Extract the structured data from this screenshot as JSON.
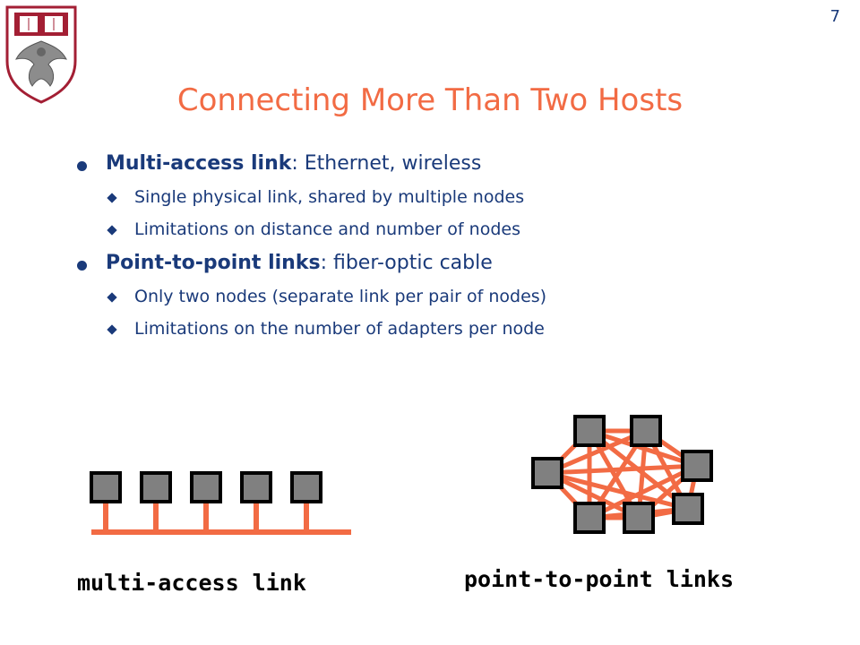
{
  "slide": {
    "page_number": "7",
    "title": "Connecting More Than Two Hosts"
  },
  "bullets": [
    {
      "term": "Multi-access link",
      "separator": ": ",
      "detail": "Ethernet, wireless",
      "sub": [
        "Single physical link, shared by multiple nodes",
        "Limitations on distance and number of nodes"
      ]
    },
    {
      "term": "Point-to-point links",
      "separator": ": ",
      "detail": "fiber-optic cable",
      "sub": [
        "Only two nodes (separate link per pair of nodes)",
        "Limitations on the number of adapters per node"
      ]
    }
  ],
  "diagrams": {
    "multi_access_caption": "multi-access link",
    "point_to_point_caption": "point-to-point links"
  },
  "colors": {
    "title": "#f26b44",
    "text": "#1a3a7a",
    "link": "#f26b44",
    "node_fill": "#808080",
    "crest": "#a31f34"
  }
}
